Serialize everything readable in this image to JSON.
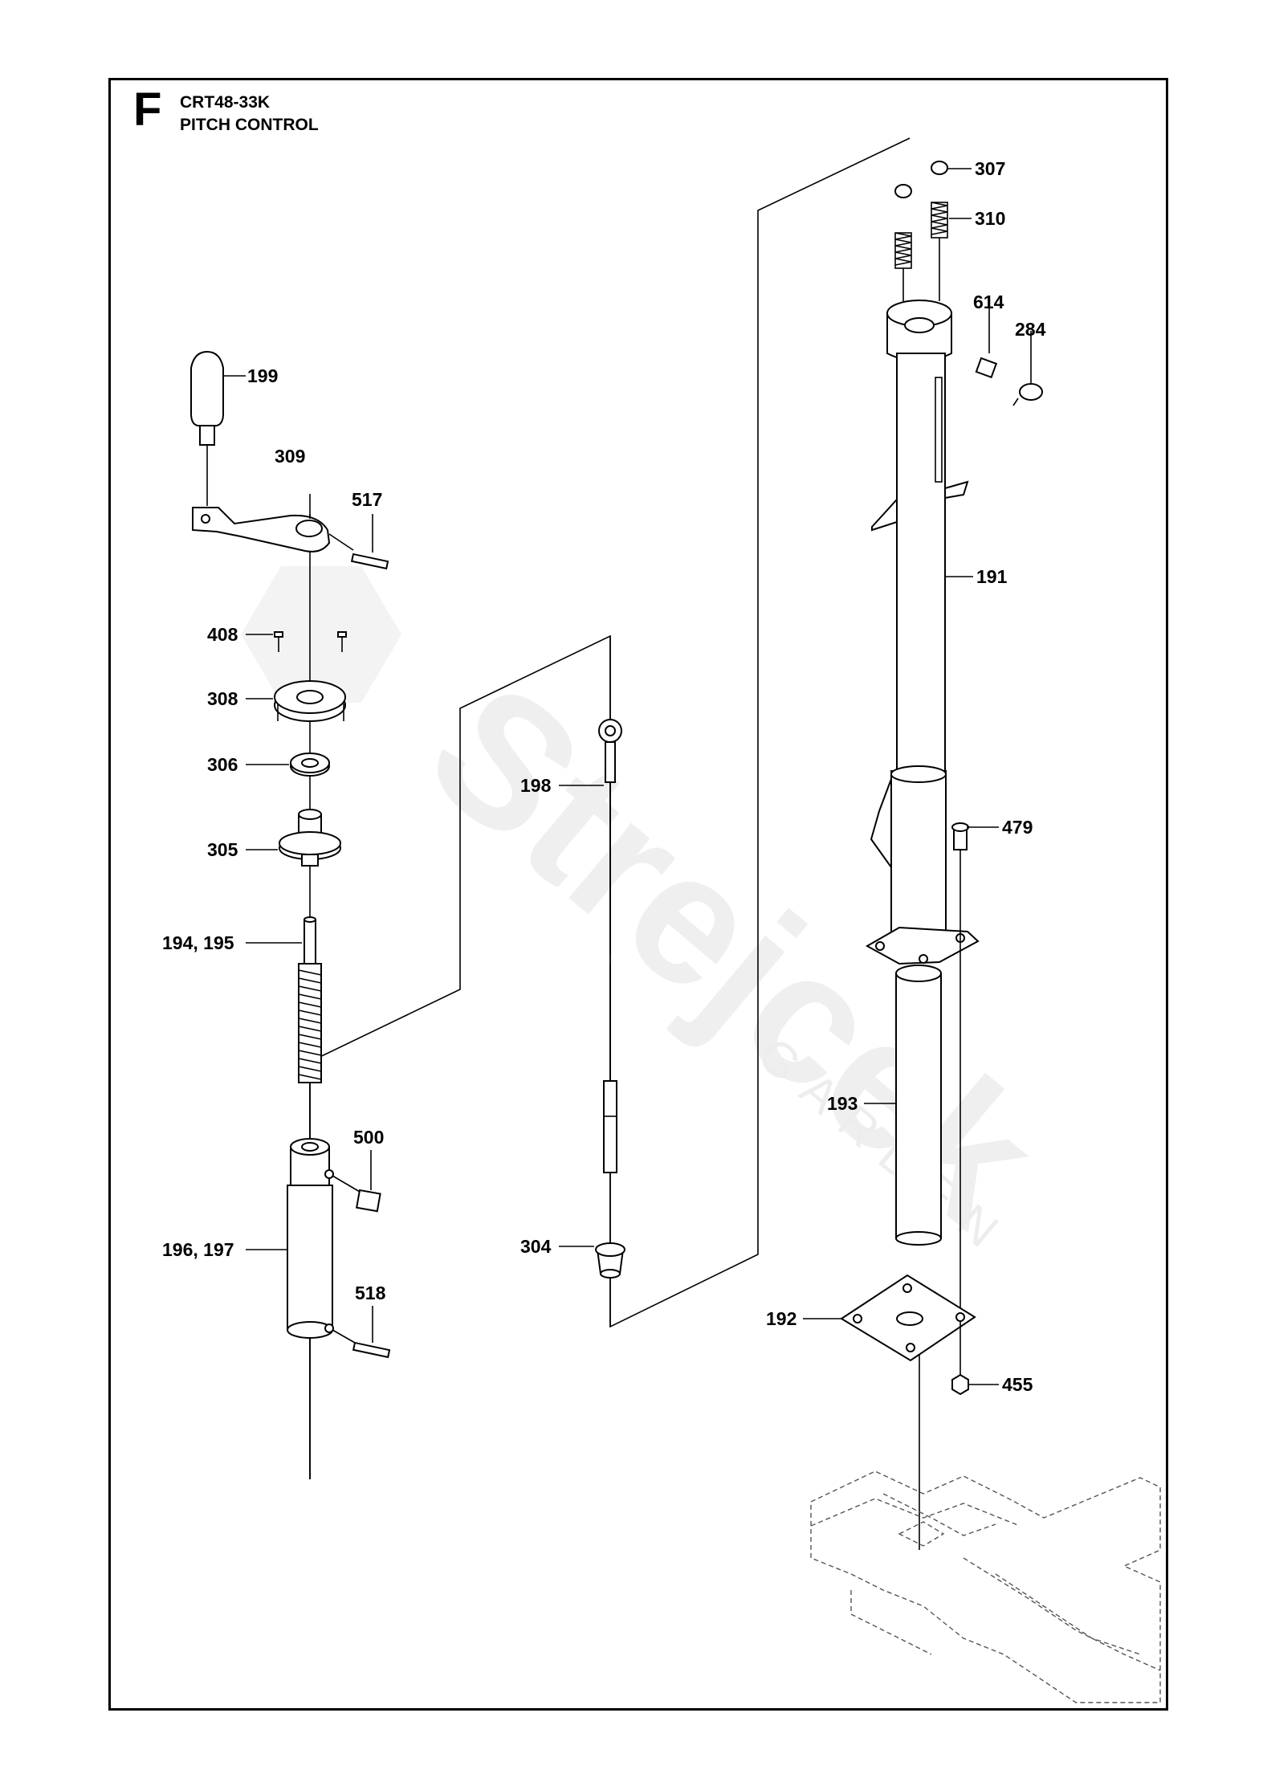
{
  "header": {
    "section_letter": "F",
    "model": "CRT48-33K",
    "title": "PITCH CONTROL"
  },
  "watermark": {
    "brand": "Strejcek",
    "sub": "GARDEN"
  },
  "callouts": {
    "p199": "199",
    "p309": "309",
    "p517": "517",
    "p408": "408",
    "p308": "308",
    "p306": "306",
    "p305": "305",
    "p194_195": "194, 195",
    "p500": "500",
    "p196_197": "196, 197",
    "p518": "518",
    "p198": "198",
    "p304": "304",
    "p307": "307",
    "p310": "310",
    "p614": "614",
    "p284": "284",
    "p191": "191",
    "p479": "479",
    "p193": "193",
    "p192": "192",
    "p455": "455"
  }
}
